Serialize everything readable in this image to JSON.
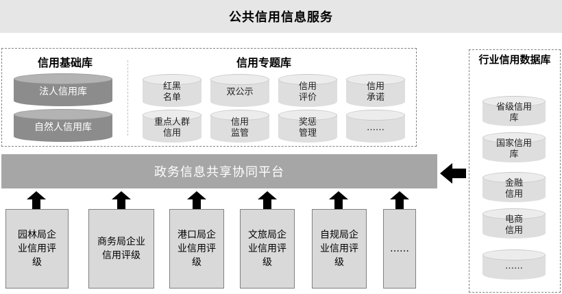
{
  "header": {
    "title": "公共信用信息服务"
  },
  "basic_library": {
    "title": "信用基础库",
    "items": [
      "法人信用库",
      "自然人信用库"
    ]
  },
  "thematic_library": {
    "title": "信用专题库",
    "items": [
      "红黑\n名单",
      "双公示",
      "信用\n评价",
      "信用\n承诺",
      "重点人群\n信用",
      "信用\n监管",
      "奖惩\n管理",
      "……"
    ]
  },
  "platform": {
    "label": "政务信息共享协同平台"
  },
  "sources": [
    "园林局企\n业信用评\n级",
    "商务局企业\n信用评级",
    "港口局企\n业信用评\n级",
    "文旅局企\n业信用评\n级",
    "自规局企\n业信用评\n级",
    "……"
  ],
  "industry_library": {
    "title": "行业信用数据库",
    "items": [
      "省级信用\n库",
      "国家信用\n库",
      "金融\n信用",
      "电商\n信用",
      "……"
    ]
  },
  "colors": {
    "title_bar": "#e6e6e6",
    "platform": "#a6a6a6",
    "dark_cylinder": "#8c8c8c",
    "light_cylinder": "#dedede",
    "source_box": "#d9d9d9",
    "arrow": "#000000"
  }
}
